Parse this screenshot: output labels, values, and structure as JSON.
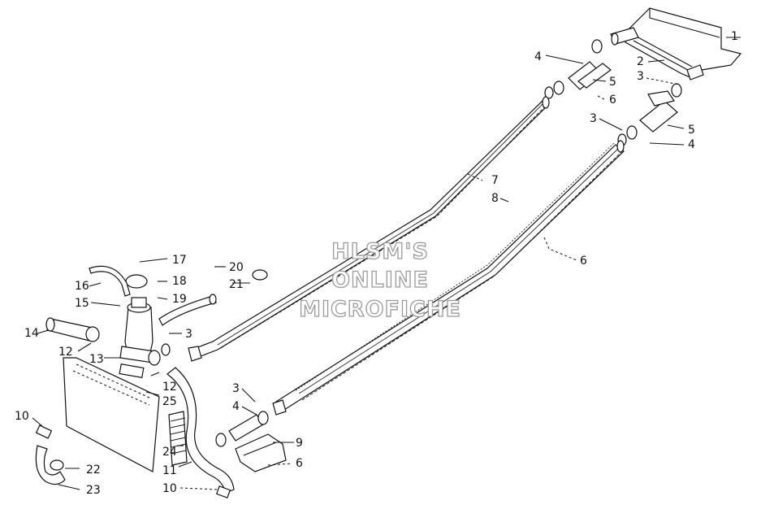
{
  "watermark": {
    "line1": "HLSM'S",
    "line2": "ONLINE",
    "line3": "MICROFICHE"
  },
  "callouts": [
    {
      "id": "c1",
      "text": "1"
    },
    {
      "id": "c2",
      "text": "2"
    },
    {
      "id": "c3a",
      "text": "3"
    },
    {
      "id": "c4a",
      "text": "4"
    },
    {
      "id": "c5a",
      "text": "5"
    },
    {
      "id": "c6a",
      "text": "6"
    },
    {
      "id": "c3b",
      "text": "3"
    },
    {
      "id": "c5b",
      "text": "5"
    },
    {
      "id": "c4b",
      "text": "4"
    },
    {
      "id": "c7",
      "text": "7"
    },
    {
      "id": "c8",
      "text": "8"
    },
    {
      "id": "c6b",
      "text": "6"
    },
    {
      "id": "c17",
      "text": "17"
    },
    {
      "id": "c20",
      "text": "20"
    },
    {
      "id": "c16",
      "text": "16"
    },
    {
      "id": "c18",
      "text": "18"
    },
    {
      "id": "c21",
      "text": "21"
    },
    {
      "id": "c19",
      "text": "19"
    },
    {
      "id": "c15",
      "text": "15"
    },
    {
      "id": "c14",
      "text": "14"
    },
    {
      "id": "c3c",
      "text": "3"
    },
    {
      "id": "c12a",
      "text": "12"
    },
    {
      "id": "c13",
      "text": "13"
    },
    {
      "id": "c12b",
      "text": "12"
    },
    {
      "id": "c25",
      "text": "25"
    },
    {
      "id": "c3d",
      "text": "3"
    },
    {
      "id": "c4c",
      "text": "4"
    },
    {
      "id": "c10a",
      "text": "10"
    },
    {
      "id": "c9",
      "text": "9"
    },
    {
      "id": "c24",
      "text": "24"
    },
    {
      "id": "c6c",
      "text": "6"
    },
    {
      "id": "c22",
      "text": "22"
    },
    {
      "id": "c11",
      "text": "11"
    },
    {
      "id": "c23",
      "text": "23"
    },
    {
      "id": "c10b",
      "text": "10"
    }
  ]
}
